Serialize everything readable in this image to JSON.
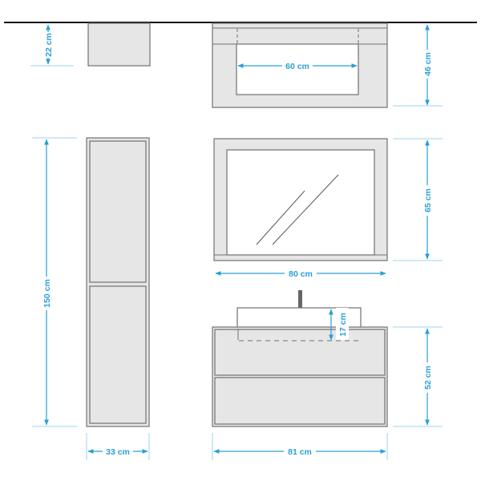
{
  "dimensions": {
    "wall_cabinet_depth": "22 cm",
    "sink_inner_width": "60 cm",
    "sink_depth": "46 cm",
    "tall_cabinet_height": "150 cm",
    "mirror_height": "65 cm",
    "mirror_width": "80 cm",
    "basin_height": "17 cm",
    "vanity_height": "52 cm",
    "tall_cabinet_width": "33 cm",
    "vanity_width": "81 cm"
  },
  "colors": {
    "dimension": "#2a9fd6",
    "panel": "#e6e6e6",
    "outline": "#707070"
  }
}
